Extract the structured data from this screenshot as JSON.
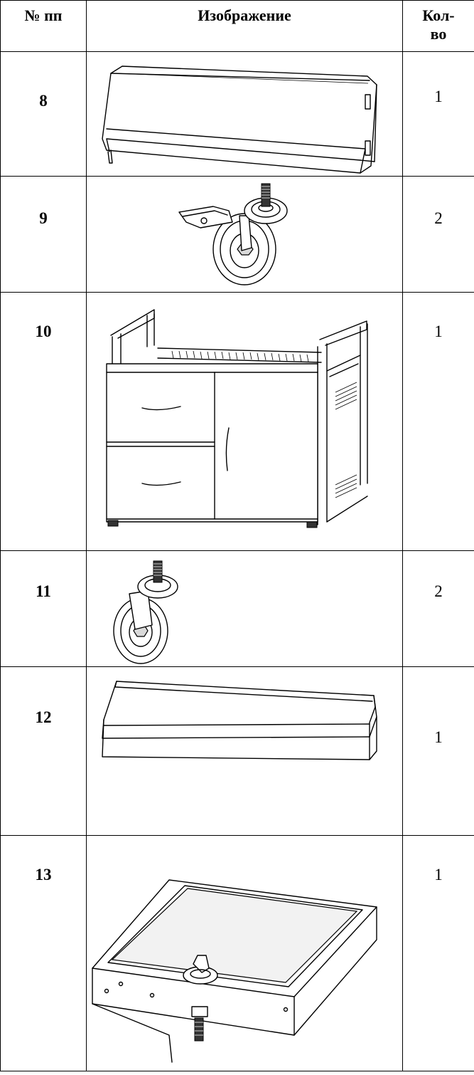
{
  "table": {
    "headers": {
      "num": "№ пп",
      "image": "Изображение",
      "qty": "Кол-во"
    },
    "rows": [
      {
        "num": "8",
        "image_icon": "side-panel-rail-icon",
        "qty": "1"
      },
      {
        "num": "9",
        "image_icon": "caster-wheel-with-brake-icon",
        "qty": "2"
      },
      {
        "num": "10",
        "image_icon": "cabinet-cart-body-icon",
        "qty": "1"
      },
      {
        "num": "11",
        "image_icon": "caster-wheel-icon",
        "qty": "2"
      },
      {
        "num": "12",
        "image_icon": "side-shelf-panel-icon",
        "qty": "1"
      },
      {
        "num": "13",
        "image_icon": "side-burner-tray-icon",
        "qty": "1"
      }
    ]
  }
}
